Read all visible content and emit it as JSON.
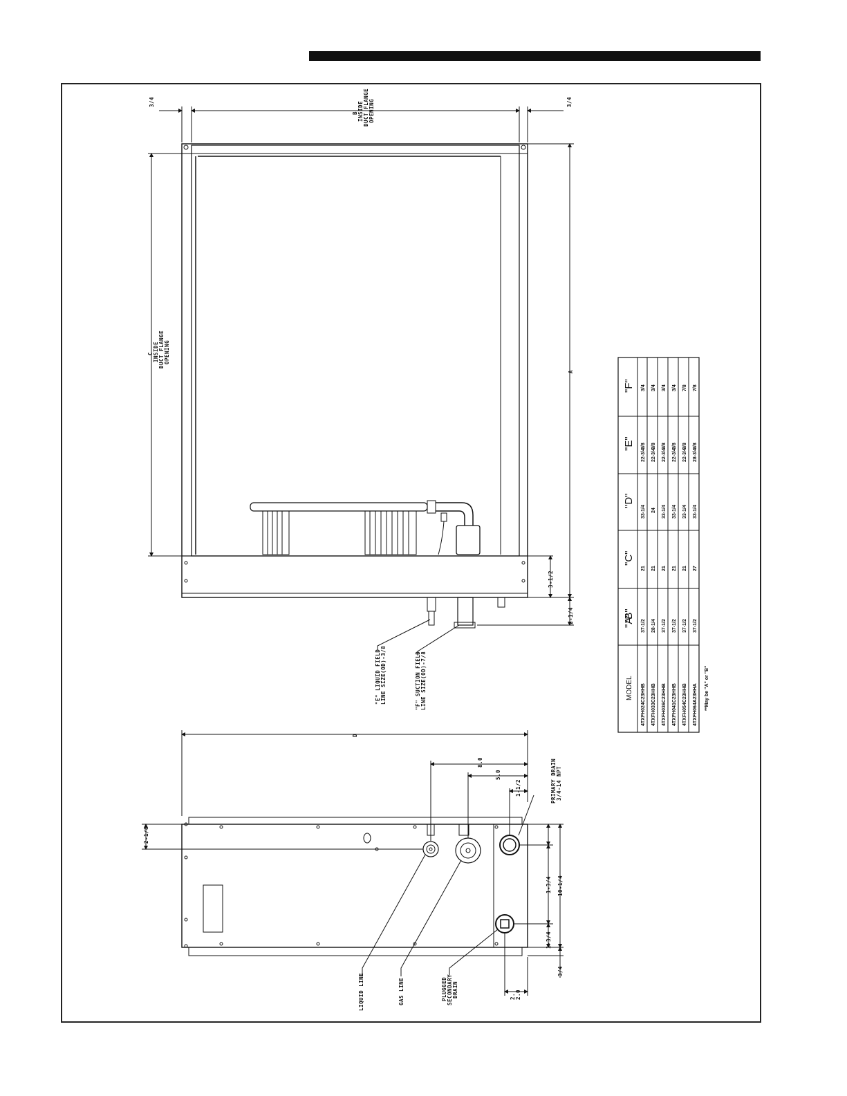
{
  "dims": {
    "flange_left": "3/4",
    "flange_right": "3/4",
    "b_letter": "B",
    "b_l1": "INSIDE",
    "b_l2": "DUCT FLANGE",
    "b_l3": "OPENING",
    "c_letter": "C",
    "c_l1": "INSIDE",
    "c_l2": "DUCT FLANGE",
    "c_l3": "OPENING",
    "a_letter": "A",
    "d_letter": "D",
    "front_3_1_2": "3-1/2",
    "front_2_1_4": "2-1/4",
    "side_2_1_8": "2-1/8",
    "side_8_0": "8.0",
    "side_5_0": "5.0",
    "side_1_1_2": "1-1/2",
    "side_1_3_4_a": "1-3/4",
    "side_10_1_4": "10-1/4",
    "side_1_3_4_b": "1-3/4",
    "side_3_4": "3/4",
    "side_2_0": "2.0"
  },
  "callouts": {
    "liquid_1": "\"E\" LIQUID FIELD",
    "liquid_2": "LINE SIZE(OD)-3/8",
    "suction_1": "\"F\" SUCTION FIELD",
    "suction_2": "LINE SIZE(OD)-7/8",
    "primary_drain_1": "PRIMARY DRAIN",
    "primary_drain_2": "3/4-14 NPT",
    "liquid_line": "LIQUID LINE",
    "gas_line": "GAS LINE",
    "plugged_1": "PLUGGED",
    "plugged_2": "SECONDARY",
    "plugged_3": "DRAIN"
  },
  "table": {
    "headers": [
      "MODEL",
      "\"A\"",
      "\"B\"",
      "\"C\"",
      "\"D\"",
      "\"E\"",
      "\"F\""
    ],
    "rows": [
      [
        "4TXFH024C23HHB",
        "37-1/2",
        "21",
        "33-1/4",
        "22-3/4",
        "3/8",
        "3/4"
      ],
      [
        "4TXFH033C23HHB",
        "28-1/4",
        "21",
        "24",
        "22-3/4",
        "3/8",
        "3/4"
      ],
      [
        "4TXFH036C23HHB",
        "37-1/2",
        "21",
        "33-1/4",
        "22-3/4",
        "3/8",
        "3/4"
      ],
      [
        "4TXFH041C23HHB",
        "37-1/2",
        "21",
        "33-1/4",
        "22-3/4",
        "3/8",
        "3/4"
      ],
      [
        "4TXFH054C23HHB",
        "37-1/2",
        "21",
        "33-1/4",
        "22-3/4",
        "3/8",
        "7/8"
      ],
      [
        "4TXFH064A23HHA",
        "37-1/2",
        "27",
        "33-1/4",
        "28-3/4",
        "3/8",
        "7/8"
      ]
    ],
    "note": "**May be \"A\" or \"B\""
  }
}
